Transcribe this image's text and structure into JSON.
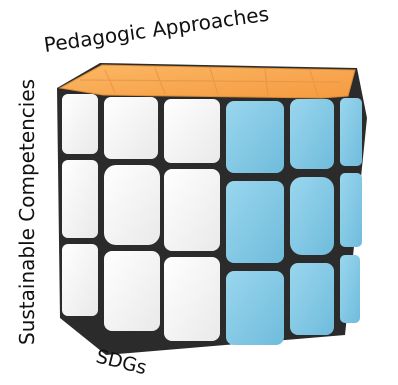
{
  "cube": {
    "top_face": {
      "label": "Pedagogic Approaches",
      "color": "#f7a64e"
    },
    "left_face": {
      "label": "Sustainable Competencies",
      "color": "#f4f4f4"
    },
    "front_face": {
      "label": "SDGs",
      "color": "#8dcde6"
    },
    "grid": "3x3x3"
  }
}
